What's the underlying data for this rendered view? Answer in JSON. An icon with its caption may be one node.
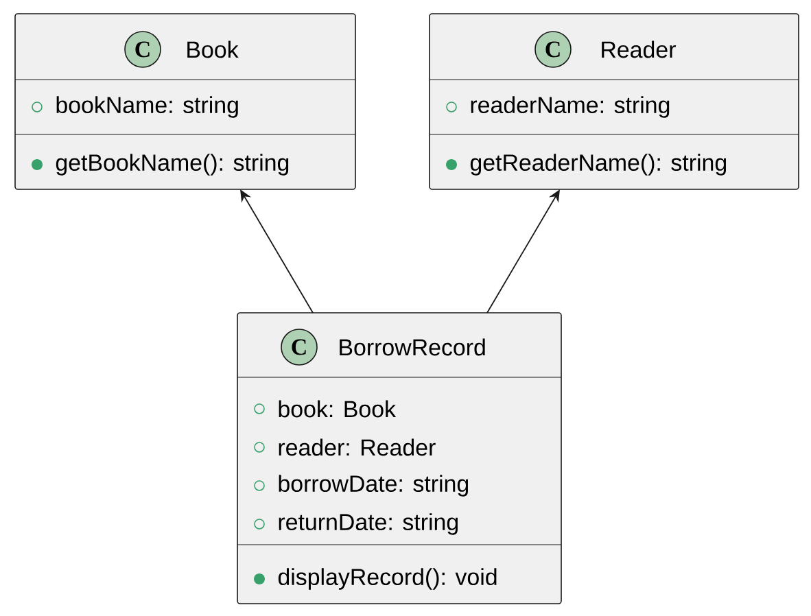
{
  "diagram": {
    "nodes": [
      {
        "text": [
          "Book",
          "bookName: string",
          "getBookName(): string"
        ]
      },
      {
        "text": [
          "Reader",
          "readerName: string",
          "getReaderName(): string"
        ]
      },
      {
        "text": [
          "BorrowRecord",
          "book: Book",
          "reader: Reader",
          "borrowDate: string",
          "returnDate: string",
          "displayRecord(): void"
        ]
      }
    ],
    "edges": [
      {
        "from": 2,
        "to": 0,
        "arrow": "to"
      },
      {
        "from": 2,
        "to": 1,
        "arrow": "to"
      }
    ],
    "labels": [
      "C",
      "C",
      "C"
    ]
  }
}
